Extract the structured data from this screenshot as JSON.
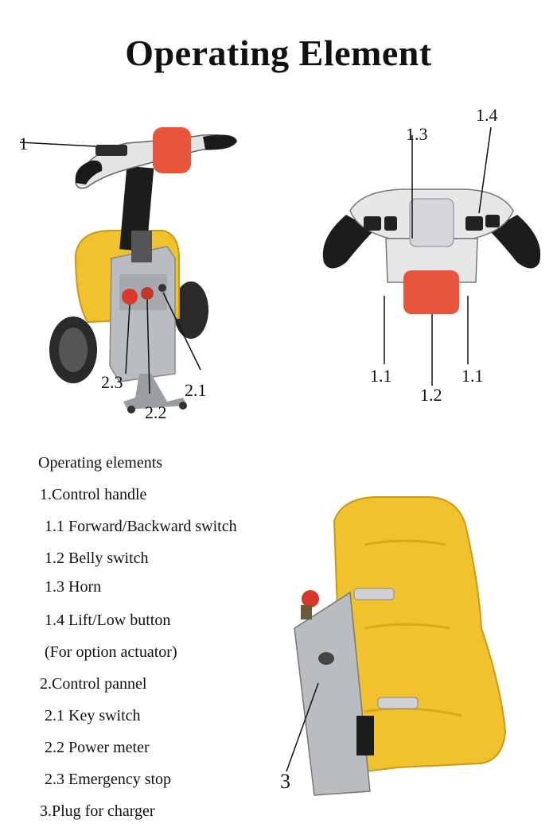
{
  "title": "Operating Element",
  "figure_truck": {
    "labels": {
      "l1": "1",
      "l2_3": "2.3",
      "l2_1": "2.1",
      "l2_2": "2.2"
    }
  },
  "figure_handle": {
    "labels": {
      "l1_3": "1.3",
      "l1_4": "1.4",
      "l1_1_left": "1.1",
      "l1_2": "1.2",
      "l1_1_right": "1.1"
    }
  },
  "figure_side": {
    "labels": {
      "l3": "3"
    }
  },
  "list": {
    "heading": "Operating elements",
    "items": [
      "1.Control handle",
      "1.1 Forward/Backward switch",
      "1.2 Belly switch",
      "1.3 Horn",
      "1.4 Lift/Low button",
      "(For option actuator)",
      "2.Control pannel",
      "2.1 Key switch",
      "2.2 Power meter",
      "2.3 Emergency stop",
      "3.Plug for charger"
    ]
  },
  "colors": {
    "yellow": "#F2C12E",
    "orange": "#E8553A",
    "gray": "#B9BCC0",
    "black": "#1A1A1A"
  }
}
